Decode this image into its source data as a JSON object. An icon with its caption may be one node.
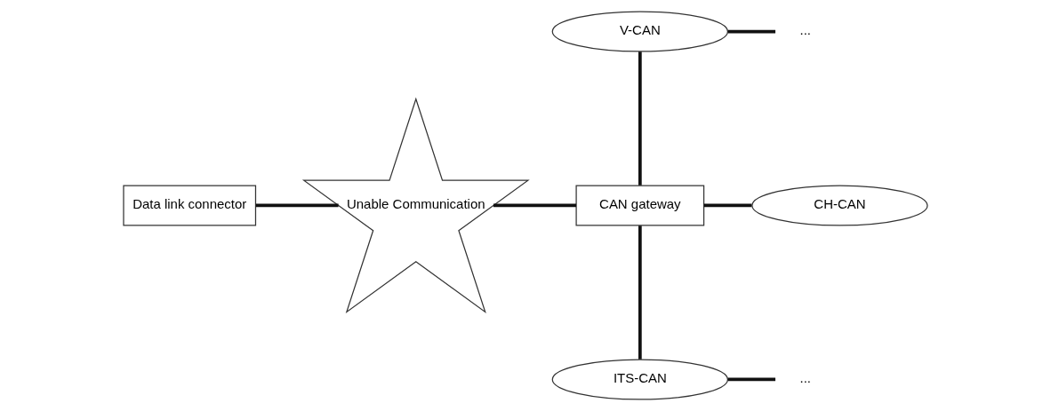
{
  "diagram": {
    "nodes": [
      {
        "text": [
          "Data link connector"
        ]
      },
      {
        "text": [
          "Unable Communication"
        ]
      },
      {
        "text": [
          "CAN gateway"
        ]
      },
      {
        "text": [
          "V-CAN"
        ]
      },
      {
        "text": [
          "CH-CAN"
        ]
      },
      {
        "text": [
          "ITS-CAN"
        ]
      },
      {
        "text": [
          "..."
        ]
      },
      {
        "text": [
          "..."
        ]
      }
    ],
    "edges": [
      {
        "from": 0,
        "to": 1,
        "arrow": "none"
      },
      {
        "from": 1,
        "to": 2,
        "arrow": "none"
      },
      {
        "from": 2,
        "to": 3,
        "arrow": "none"
      },
      {
        "from": 2,
        "to": 4,
        "arrow": "none"
      },
      {
        "from": 2,
        "to": 5,
        "arrow": "none"
      },
      {
        "from": 3,
        "to": 6,
        "arrow": "none"
      },
      {
        "from": 5,
        "to": 7,
        "arrow": "none"
      }
    ]
  }
}
